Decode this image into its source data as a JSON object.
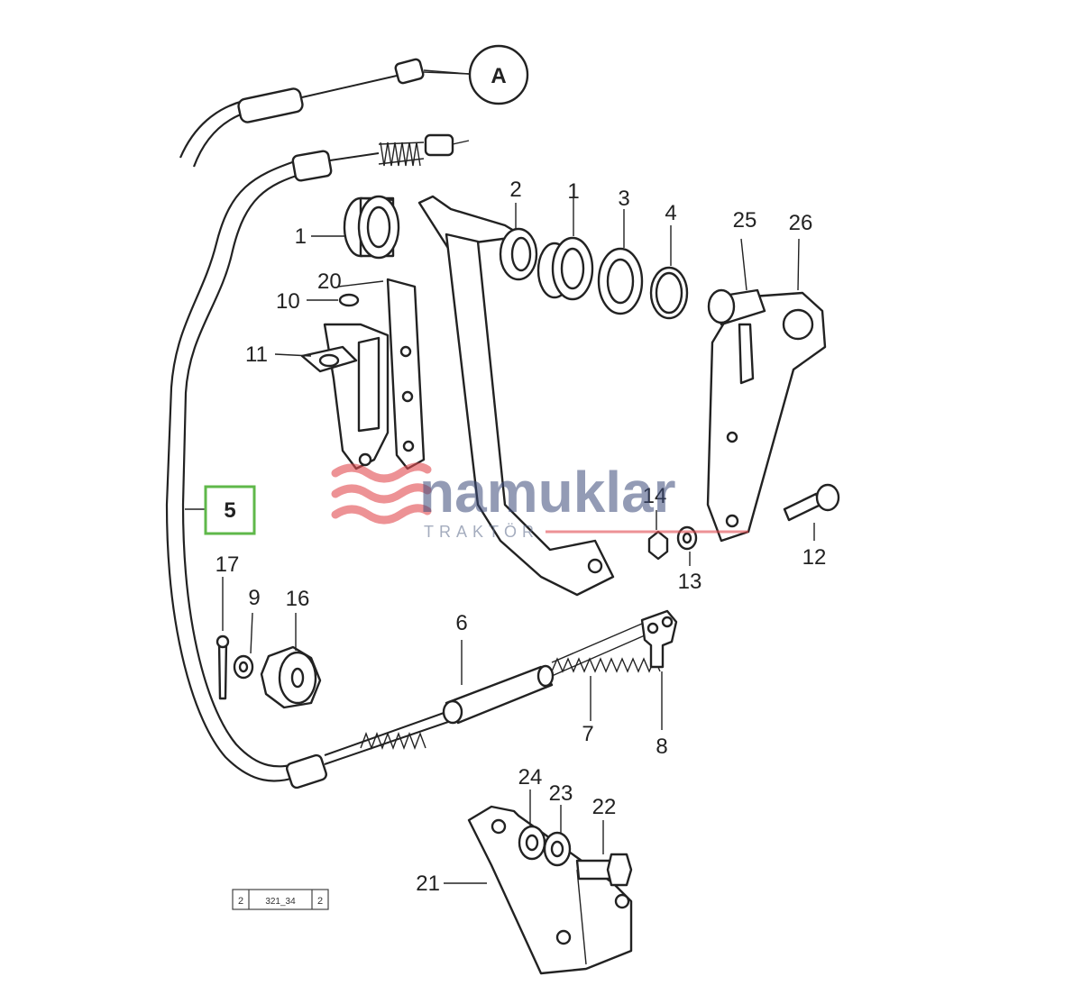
{
  "callout": "A",
  "highlighted_part": "5",
  "parts": {
    "p1a": "1",
    "p1b": "1",
    "p2": "2",
    "p3": "3",
    "p4": "4",
    "p25": "25",
    "p26": "26",
    "p20": "20",
    "p10": "10",
    "p11": "11",
    "p5": "5",
    "p17": "17",
    "p9": "9",
    "p16": "16",
    "p6": "6",
    "p7": "7",
    "p8": "8",
    "p12": "12",
    "p13": "13",
    "p14": "14",
    "p24": "24",
    "p23": "23",
    "p22": "22",
    "p21": "21"
  },
  "reference_box": {
    "left": "2",
    "code": "321_34",
    "right": "2"
  },
  "watermark": {
    "brand": "namuklar",
    "sub": "TRAKTÖR"
  },
  "colors": {
    "highlight": "#5fb84a",
    "watermark_red": "#e24a4f",
    "watermark_blue": "#3b4a7a"
  }
}
